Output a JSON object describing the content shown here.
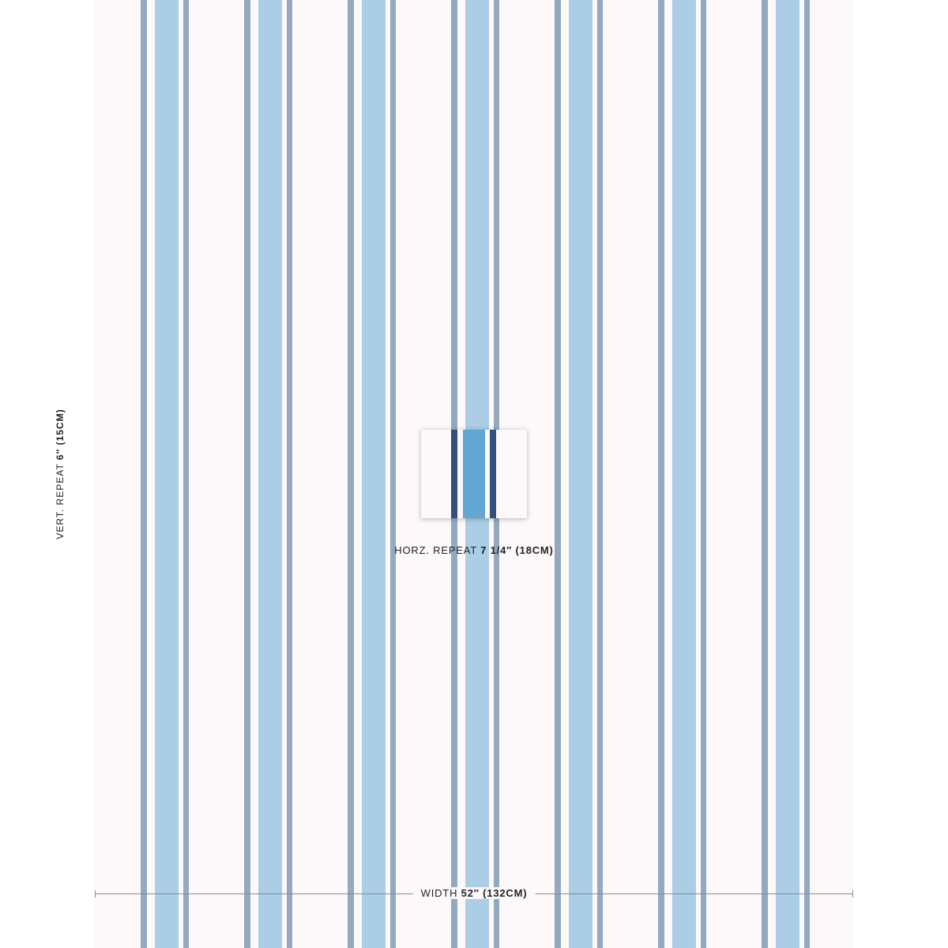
{
  "pattern": {
    "colors": {
      "background": "#fdf9fa",
      "light_blue": "#abcde6",
      "grey_blue": "#93a9c1",
      "swatch_blue": "#62a6d2",
      "swatch_navy": "#34507a"
    }
  },
  "vertical_repeat": {
    "prefix": "VERT. REPEAT ",
    "value": "6″ (15CM)"
  },
  "horizontal_repeat": {
    "prefix": "HORZ. REPEAT ",
    "value": "7 1/4″ (18CM)"
  },
  "width": {
    "prefix": "WIDTH ",
    "value": "52″ (132CM)"
  }
}
